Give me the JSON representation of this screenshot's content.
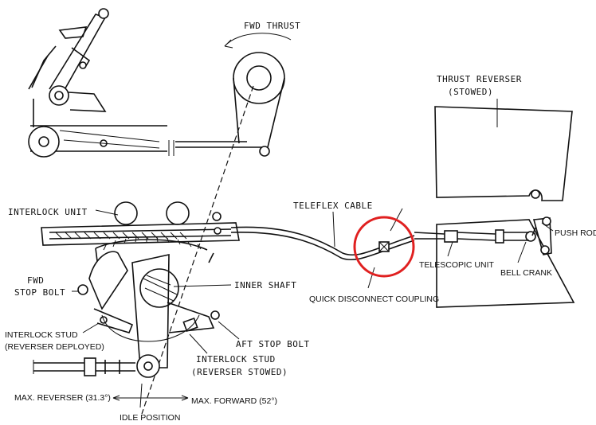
{
  "labels": {
    "fwd_thrust": "FWD THRUST",
    "thrust_reverser_l1": "THRUST REVERSER",
    "thrust_reverser_l2": "(STOWED)",
    "interlock_unit": "INTERLOCK UNIT",
    "teleflex_cable": "TELEFLEX CABLE",
    "push_rod": "PUSH ROD",
    "telescopic_unit": "TELESCOPIC UNIT",
    "bell_crank": "BELL CRANK",
    "quick_disconnect": "QUICK DISCONNECT COUPLING",
    "fwd_stop_l1": "FWD",
    "fwd_stop_l2": "STOP BOLT",
    "inner_shaft": "INNER SHAFT",
    "aft_stop_bolt": "AFT STOP BOLT",
    "interlock_deployed_l1": "INTERLOCK STUD",
    "interlock_deployed_l2": "(REVERSER DEPLOYED)",
    "interlock_stowed_l1": "INTERLOCK STUD",
    "interlock_stowed_l2": "(REVERSER STOWED)",
    "max_reverser": "MAX. REVERSER (31.3°)",
    "max_forward": "MAX. FORWARD (52°)",
    "idle_position": "IDLE POSITION"
  },
  "colors": {
    "line": "#111111",
    "highlight_circle": "#e02020",
    "background": "#ffffff"
  }
}
